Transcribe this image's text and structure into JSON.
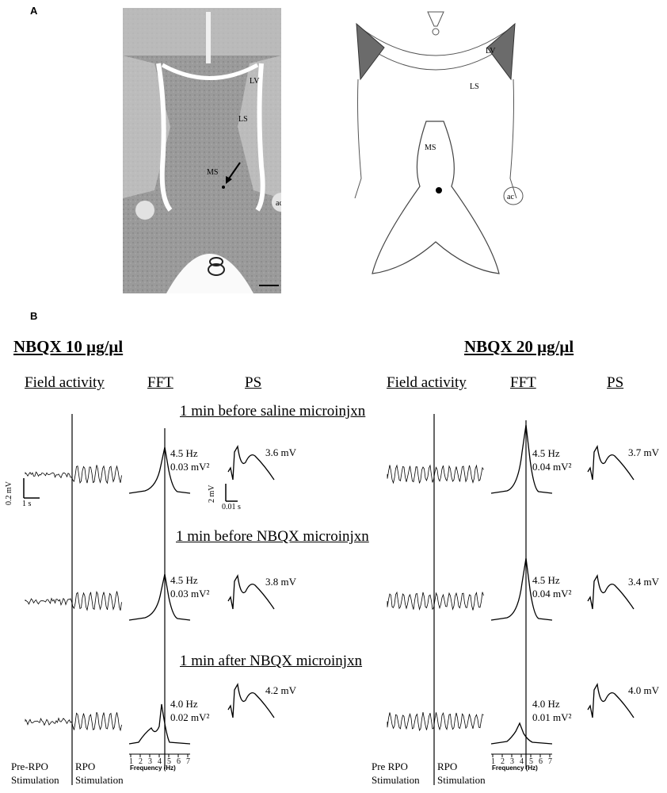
{
  "panel_a": {
    "letter": "A",
    "histology_labels": {
      "lv": "LV",
      "ls": "LS",
      "ms": "MS",
      "ac": "ac"
    },
    "atlas_labels": {
      "lv": "LV",
      "ls": "LS",
      "ms": "MS",
      "ac": "ac"
    }
  },
  "panel_b": {
    "letter": "B",
    "left_title": "NBQX 10 μg/μl",
    "right_title": "NBQX 20 μg/μl",
    "col_headers": {
      "field": "Field activity",
      "fft": "FFT",
      "ps": "PS"
    },
    "rows": [
      {
        "title": "1 min before saline microinjxn",
        "left": {
          "hz": "4.5 Hz",
          "power": "0.03 mV²",
          "ps": "3.6 mV"
        },
        "right": {
          "hz": "4.5 Hz",
          "power": "0.04 mV²",
          "ps": "3.7 mV"
        }
      },
      {
        "title": "1 min before NBQX microinjxn",
        "left": {
          "hz": "4.5 Hz",
          "power": "0.03 mV²",
          "ps": "3.8 mV"
        },
        "right": {
          "hz": "4.5 Hz",
          "power": "0.04 mV²",
          "ps": "3.4 mV"
        }
      },
      {
        "title": "1 min after NBQX microinjxn",
        "left": {
          "hz": "4.0 Hz",
          "power": "0.02 mV²",
          "ps": "4.2 mV"
        },
        "right": {
          "hz": "4.0 Hz",
          "power": "0.01 mV²",
          "ps": "4.0 mV"
        }
      }
    ],
    "scale_bars": {
      "field_v": "0.2 mV",
      "field_t": "1 s",
      "ps_v": "2 mV",
      "ps_t": "0.01 s"
    },
    "fft_axis": {
      "ticks": [
        "1",
        "2",
        "3",
        "4",
        "5",
        "6",
        "7"
      ],
      "label": "Frequency (Hz)"
    },
    "footer": {
      "left_pre": "Pre-RPO\nStimulation",
      "left_rpo": "RPO\nStimulation",
      "right_pre": "Pre RPO\nStimulation",
      "right_rpo": "RPO\nStimulation"
    }
  }
}
